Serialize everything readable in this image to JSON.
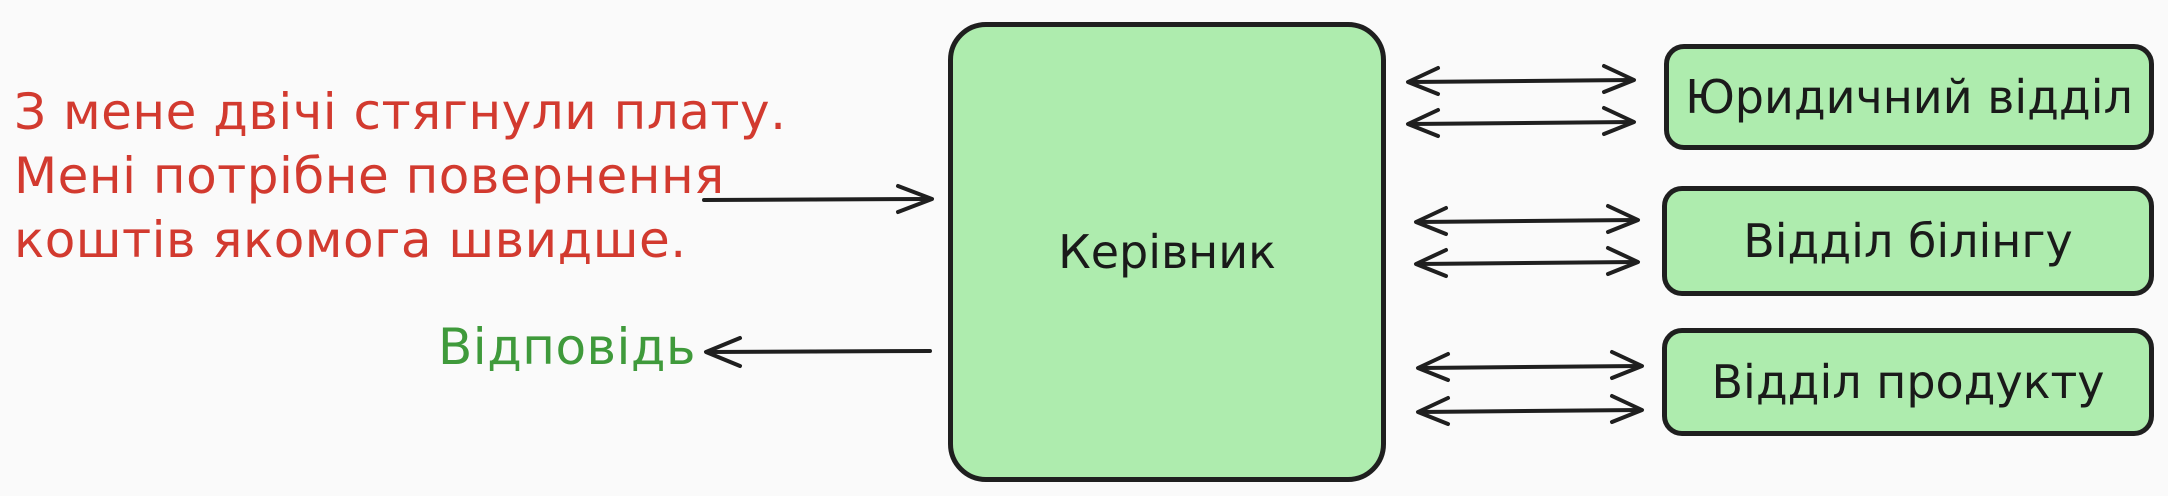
{
  "colors": {
    "box_fill": "#aeecae",
    "request_text": "#d23a2f",
    "response_text": "#3f9a3b",
    "stroke": "#1f1f1f"
  },
  "request": {
    "lines": [
      "З мене двічі стягнули плату.",
      "Мені потрібне повернення",
      "коштів якомога швидше."
    ]
  },
  "response": {
    "label": "Відповідь"
  },
  "manager": {
    "label": "Керівник"
  },
  "departments": [
    {
      "label": "Юридичний відділ"
    },
    {
      "label": "Відділ білінгу"
    },
    {
      "label": "Відділ продукту"
    }
  ]
}
